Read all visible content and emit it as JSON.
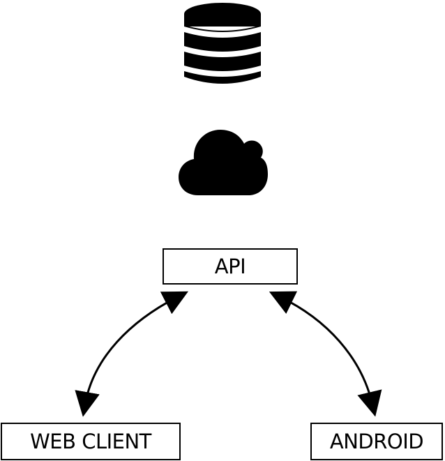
{
  "diagram": {
    "icons": {
      "database": "database-icon",
      "cloud": "cloud-icon"
    },
    "nodes": {
      "api": "API",
      "web_client": "WEB CLIENT",
      "android": "ANDROID"
    },
    "edges": [
      {
        "from": "api",
        "to": "web_client",
        "style": "bidirectional-arrow"
      },
      {
        "from": "api",
        "to": "android",
        "style": "bidirectional-arrow"
      }
    ],
    "colors": {
      "stroke": "#000000",
      "background": "#ffffff"
    }
  }
}
